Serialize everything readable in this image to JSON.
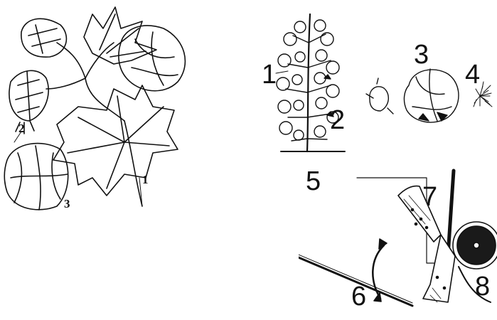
{
  "colors": {
    "ink": "#111111",
    "paper": "#ffffff",
    "shade": "#3a3a3a"
  },
  "left_figure": {
    "labels": {
      "branch": "1",
      "closed_boll": "2",
      "open_boll": "3"
    }
  },
  "right_top_figure": {
    "labels": {
      "plant_branch": "1",
      "boll": "2",
      "open_boll": "3",
      "fiber": "4"
    }
  },
  "right_bottom_figure": {
    "labels": {
      "frame": "5",
      "movement": "6",
      "blade": "7",
      "roller": "8"
    }
  }
}
